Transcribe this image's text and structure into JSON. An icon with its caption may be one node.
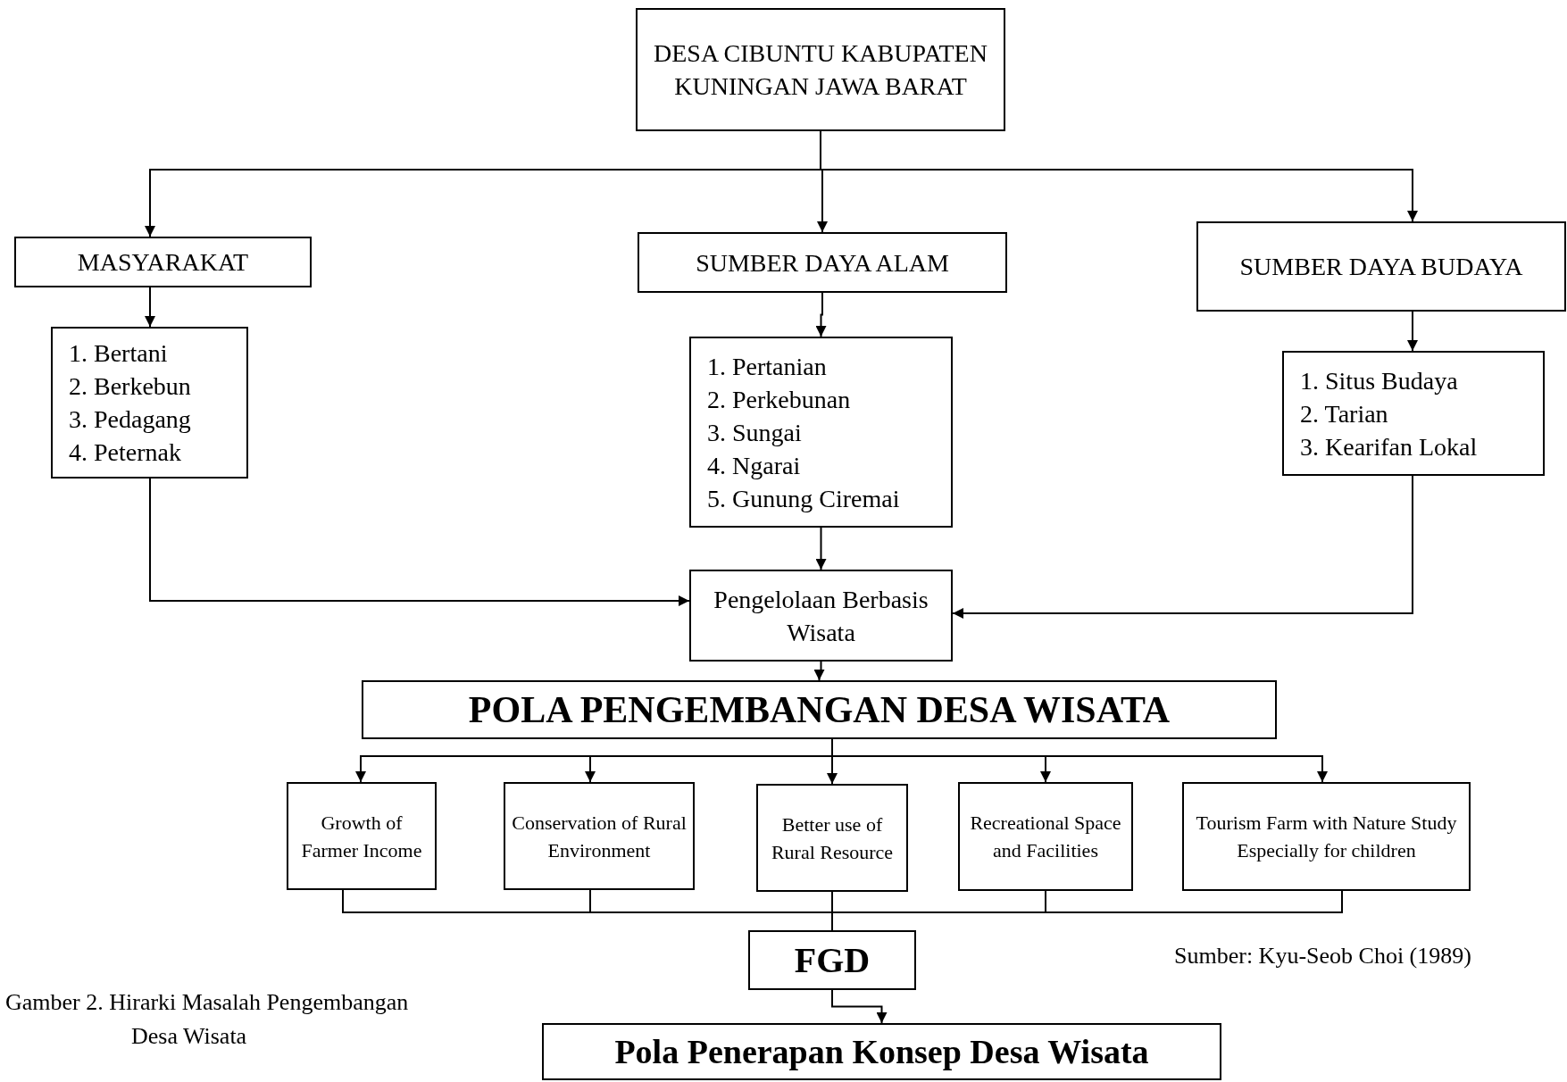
{
  "diagram": {
    "caption": "Gamber 2. Hirarki Masalah Pengembangan Desa Wisata",
    "nodes": [
      {
        "text": [
          "DESA CIBUNTU KABUPATEN KUNINGAN JAWA BARAT"
        ]
      },
      {
        "text": [
          "MASYARAKAT"
        ]
      },
      {
        "text": [
          "SUMBER DAYA ALAM"
        ]
      },
      {
        "text": [
          "SUMBER DAYA BUDAYA"
        ]
      },
      {
        "text": [
          "1. Bertani",
          "2. Berkebun",
          "3. Pedagang",
          "4. Peternak"
        ]
      },
      {
        "text": [
          "1. Pertanian",
          "2. Perkebunan",
          "3. Sungai",
          "4. Ngarai",
          "5. Gunung Ciremai"
        ]
      },
      {
        "text": [
          "1. Situs Budaya",
          "2. Tarian",
          "3. Kearifan Lokal"
        ]
      },
      {
        "text": [
          "Pengelolaan Berbasis Wisata"
        ]
      },
      {
        "text": [
          "POLA PENGEMBANGAN DESA WISATA"
        ]
      },
      {
        "text": [
          "Growth of Farmer Income"
        ]
      },
      {
        "text": [
          "Conservation of Rural Environment"
        ]
      },
      {
        "text": [
          "Better use of Rural Resource"
        ]
      },
      {
        "text": [
          "Recreational Space and Facilities"
        ]
      },
      {
        "text": [
          "Tourism Farm with Nature Study Especially for children"
        ]
      },
      {
        "text": [
          "FGD"
        ]
      },
      {
        "text": [
          "Pola Penerapan Konsep Desa Wisata"
        ]
      }
    ],
    "edges": [
      {
        "from": 0,
        "to": 1,
        "arrow": "to"
      },
      {
        "from": 0,
        "to": 2,
        "arrow": "to"
      },
      {
        "from": 0,
        "to": 3,
        "arrow": "to"
      },
      {
        "from": 1,
        "to": 4,
        "arrow": "to"
      },
      {
        "from": 2,
        "to": 5,
        "arrow": "to"
      },
      {
        "from": 3,
        "to": 6,
        "arrow": "to"
      },
      {
        "from": 4,
        "to": 7,
        "arrow": "to"
      },
      {
        "from": 5,
        "to": 7,
        "arrow": "to"
      },
      {
        "from": 6,
        "to": 7,
        "arrow": "to"
      },
      {
        "from": 7,
        "to": 8,
        "arrow": "to"
      },
      {
        "from": 8,
        "to": 9,
        "arrow": "to"
      },
      {
        "from": 8,
        "to": 10,
        "arrow": "to"
      },
      {
        "from": 8,
        "to": 11,
        "arrow": "to"
      },
      {
        "from": 8,
        "to": 12,
        "arrow": "to"
      },
      {
        "from": 8,
        "to": 13,
        "arrow": "to"
      },
      {
        "from": 9,
        "to": 14,
        "arrow": "none"
      },
      {
        "from": 10,
        "to": 14,
        "arrow": "none"
      },
      {
        "from": 11,
        "to": 14,
        "arrow": "none"
      },
      {
        "from": 12,
        "to": 14,
        "arrow": "none"
      },
      {
        "from": 13,
        "to": 14,
        "arrow": "none"
      },
      {
        "from": 14,
        "to": 15,
        "arrow": "to"
      }
    ],
    "labels": [
      "Sumber: Kyu-Seob Choi (1989)"
    ]
  }
}
